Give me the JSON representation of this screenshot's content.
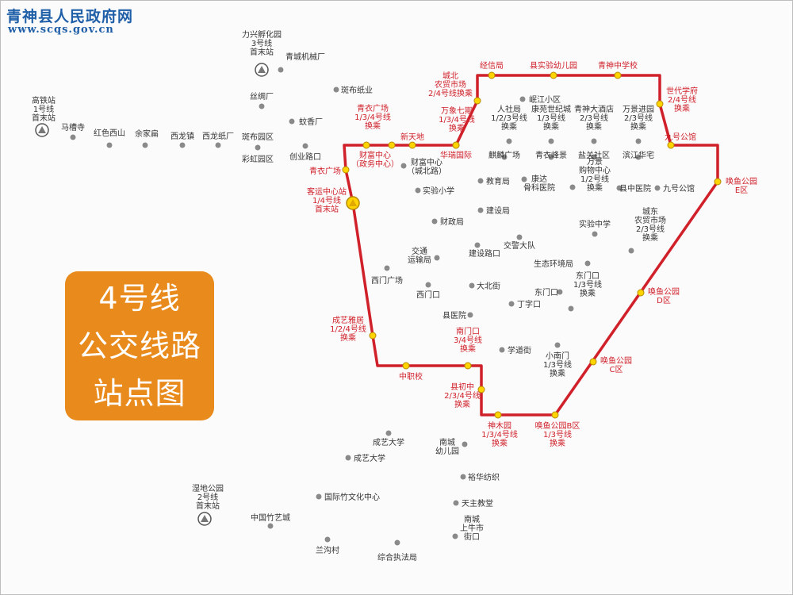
{
  "header": {
    "site_name": "青神县人民政府网",
    "site_url": "www.scqs.gov.cn"
  },
  "title_badge": {
    "lines": [
      "4号线",
      "公交线路",
      "站点图"
    ],
    "color": "#e88a1c"
  },
  "colors": {
    "route_line": "#d0202a",
    "route_stop_fill": "#ffd400",
    "other_stop_fill": "#8a8a8a",
    "route_label": "#d0202a",
    "other_label": "#333333"
  },
  "terminals": [
    {
      "id": "gaotie",
      "lines": [
        "高铁站",
        "1号线",
        "首末站"
      ]
    },
    {
      "id": "lixing",
      "lines": [
        "力兴孵化园",
        "3号线",
        "首末站"
      ]
    },
    {
      "id": "shidi",
      "lines": [
        "湿地公园",
        "2号线",
        "首末站"
      ]
    },
    {
      "id": "keyun",
      "lines": [
        "客运中心站",
        "1/4号线",
        "首末站"
      ]
    }
  ],
  "route_stops": [
    {
      "id": "qingyi-gc",
      "lines": [
        "青衣广场"
      ]
    },
    {
      "id": "caifu",
      "lines": [
        "财富中心",
        "（政务中心）"
      ]
    },
    {
      "id": "qingyi-gc2",
      "lines": [
        "青衣广场",
        "1/3/4号线",
        "换乘"
      ]
    },
    {
      "id": "xintiandi",
      "lines": [
        "新天地"
      ]
    },
    {
      "id": "wanxiang",
      "lines": [
        "万象七期",
        "1/3/4号线",
        "换乘"
      ]
    },
    {
      "id": "huarui",
      "lines": [
        "华瑞国际"
      ]
    },
    {
      "id": "chengbei",
      "lines": [
        "城北",
        "农贸市场",
        "2/4号线换乘"
      ]
    },
    {
      "id": "jingxin",
      "lines": [
        "经信局"
      ]
    },
    {
      "id": "youeryuan",
      "lines": [
        "县实验幼儿园"
      ]
    },
    {
      "id": "qsz",
      "lines": [
        "青神中学校"
      ]
    },
    {
      "id": "shidaixuefu",
      "lines": [
        "世代学府",
        "2/4号线",
        "换乘"
      ]
    },
    {
      "id": "jiuhao",
      "lines": [
        "九号公馆"
      ]
    },
    {
      "id": "hy-e",
      "lines": [
        "唤鱼公园",
        "E区"
      ]
    },
    {
      "id": "hy-d",
      "lines": [
        "唤鱼公园",
        "D区"
      ]
    },
    {
      "id": "hy-c",
      "lines": [
        "唤鱼公园",
        "C区"
      ]
    },
    {
      "id": "hy-b",
      "lines": [
        "唤鱼公园B区",
        "1/3号线",
        "换乘"
      ]
    },
    {
      "id": "shenmuyuan",
      "lines": [
        "神木园",
        "1/3/4号线",
        "换乘"
      ]
    },
    {
      "id": "xianchuzhong",
      "lines": [
        "县初中",
        "2/3/4号线",
        "换乘"
      ]
    },
    {
      "id": "nanmenkou",
      "lines": [
        "南门口",
        "3/4号线",
        "换乘"
      ]
    },
    {
      "id": "zhongzhixiao",
      "lines": [
        "中职校"
      ]
    },
    {
      "id": "chengyiyaju",
      "lines": [
        "成艺雅居",
        "1/2/4号线",
        "换乘"
      ]
    }
  ],
  "other_stops": [
    {
      "id": "macaosi",
      "lines": [
        "马槽寺"
      ]
    },
    {
      "id": "hongsexishan",
      "lines": [
        "红色西山"
      ]
    },
    {
      "id": "yujiabian",
      "lines": [
        "余家扁"
      ]
    },
    {
      "id": "xilongzhen",
      "lines": [
        "西龙镇"
      ]
    },
    {
      "id": "xilongzhichang",
      "lines": [
        "西龙纸厂"
      ]
    },
    {
      "id": "qingchengjixie",
      "lines": [
        "青城机械厂"
      ]
    },
    {
      "id": "banbuzhiye",
      "lines": [
        "斑布纸业"
      ]
    },
    {
      "id": "sichouchang",
      "lines": [
        "丝绸厂"
      ]
    },
    {
      "id": "minxiangchang",
      "lines": [
        "蚊香厂"
      ]
    },
    {
      "id": "banbuyuanqu",
      "lines": [
        "斑布园区"
      ]
    },
    {
      "id": "caihongyuanqu",
      "lines": [
        "彩虹园区"
      ]
    },
    {
      "id": "chuangyelukou",
      "lines": [
        "创业路口"
      ]
    },
    {
      "id": "caifu-cbl",
      "lines": [
        "财富中心",
        "（城北路）"
      ]
    },
    {
      "id": "minjiang",
      "lines": [
        "岷江小区"
      ]
    },
    {
      "id": "renshe",
      "lines": [
        "人社局",
        "1/2/3号线",
        "换乘"
      ]
    },
    {
      "id": "kangyuan",
      "lines": [
        "康苑世纪城",
        "1/3号线",
        "换乘"
      ]
    },
    {
      "id": "qingshen-jd",
      "lines": [
        "青神大酒店",
        "2/3号线",
        "换乘"
      ]
    },
    {
      "id": "wanjing-jy",
      "lines": [
        "万景进园",
        "2/3号线",
        "换乘"
      ]
    },
    {
      "id": "qilin",
      "lines": [
        "麒麟广场"
      ]
    },
    {
      "id": "qingyifengjing",
      "lines": [
        "青衣峰景"
      ]
    },
    {
      "id": "yanguan",
      "lines": [
        "盐关社区"
      ]
    },
    {
      "id": "binjiang",
      "lines": [
        "滨江华宅"
      ]
    },
    {
      "id": "shiyanxiaoxue",
      "lines": [
        "实验小学"
      ]
    },
    {
      "id": "jiaoyuju",
      "lines": [
        "教育局"
      ]
    },
    {
      "id": "kangda",
      "lines": [
        "康达",
        "骨科医院"
      ]
    },
    {
      "id": "wanjing-gw",
      "lines": [
        "万景",
        "购物中心",
        "1/2号线",
        "换乘"
      ]
    },
    {
      "id": "xianzhongyi",
      "lines": [
        "县中医院"
      ]
    },
    {
      "id": "jiuhao-gg",
      "lines": [
        "九号公馆"
      ]
    },
    {
      "id": "jiansheju",
      "lines": [
        "建设局"
      ]
    },
    {
      "id": "caizhengju",
      "lines": [
        "财政局"
      ]
    },
    {
      "id": "shiyanzhongxue",
      "lines": [
        "实验中学"
      ]
    },
    {
      "id": "chengdong",
      "lines": [
        "城东",
        "农贸市场",
        "2/3号线",
        "换乘"
      ]
    },
    {
      "id": "jiaotong",
      "lines": [
        "交通",
        "运输局"
      ]
    },
    {
      "id": "jianshelukou",
      "lines": [
        "建设路口"
      ]
    },
    {
      "id": "jiaojing",
      "lines": [
        "交警大队"
      ]
    },
    {
      "id": "shengtai",
      "lines": [
        "生态环境局"
      ]
    },
    {
      "id": "ximen-gc",
      "lines": [
        "西门广场"
      ]
    },
    {
      "id": "ximenkou",
      "lines": [
        "西门口"
      ]
    },
    {
      "id": "dabeijie",
      "lines": [
        "大北街"
      ]
    },
    {
      "id": "dongmenkou",
      "lines": [
        "东门口"
      ]
    },
    {
      "id": "dongmenkou2",
      "lines": [
        "东门口",
        "1/3号线",
        "换乘"
      ]
    },
    {
      "id": "dingzikou",
      "lines": [
        "丁字口"
      ]
    },
    {
      "id": "xianyiyuan",
      "lines": [
        "县医院"
      ]
    },
    {
      "id": "xuedaojie",
      "lines": [
        "学道街"
      ]
    },
    {
      "id": "xiaonanmen",
      "lines": [
        "小南门",
        "1/3号线",
        "换乘"
      ]
    },
    {
      "id": "chengyidaxue1",
      "lines": [
        "成艺大学"
      ]
    },
    {
      "id": "chengyidaxue2",
      "lines": [
        "成艺大学"
      ]
    },
    {
      "id": "nancheng-yey",
      "lines": [
        "南城",
        "幼儿园"
      ]
    },
    {
      "id": "yuhua",
      "lines": [
        "裕华纺织"
      ]
    },
    {
      "id": "guojizhu",
      "lines": [
        "国际竹文化中心"
      ]
    },
    {
      "id": "tianzhu",
      "lines": [
        "天主教堂"
      ]
    },
    {
      "id": "zhongguozhu",
      "lines": [
        "中国竹艺城"
      ]
    },
    {
      "id": "nancheng-sn",
      "lines": [
        "南城",
        "上牛市",
        "街口"
      ]
    },
    {
      "id": "langoucun",
      "lines": [
        "兰沟村"
      ]
    },
    {
      "id": "zonghe",
      "lines": [
        "综合执法局"
      ]
    }
  ]
}
